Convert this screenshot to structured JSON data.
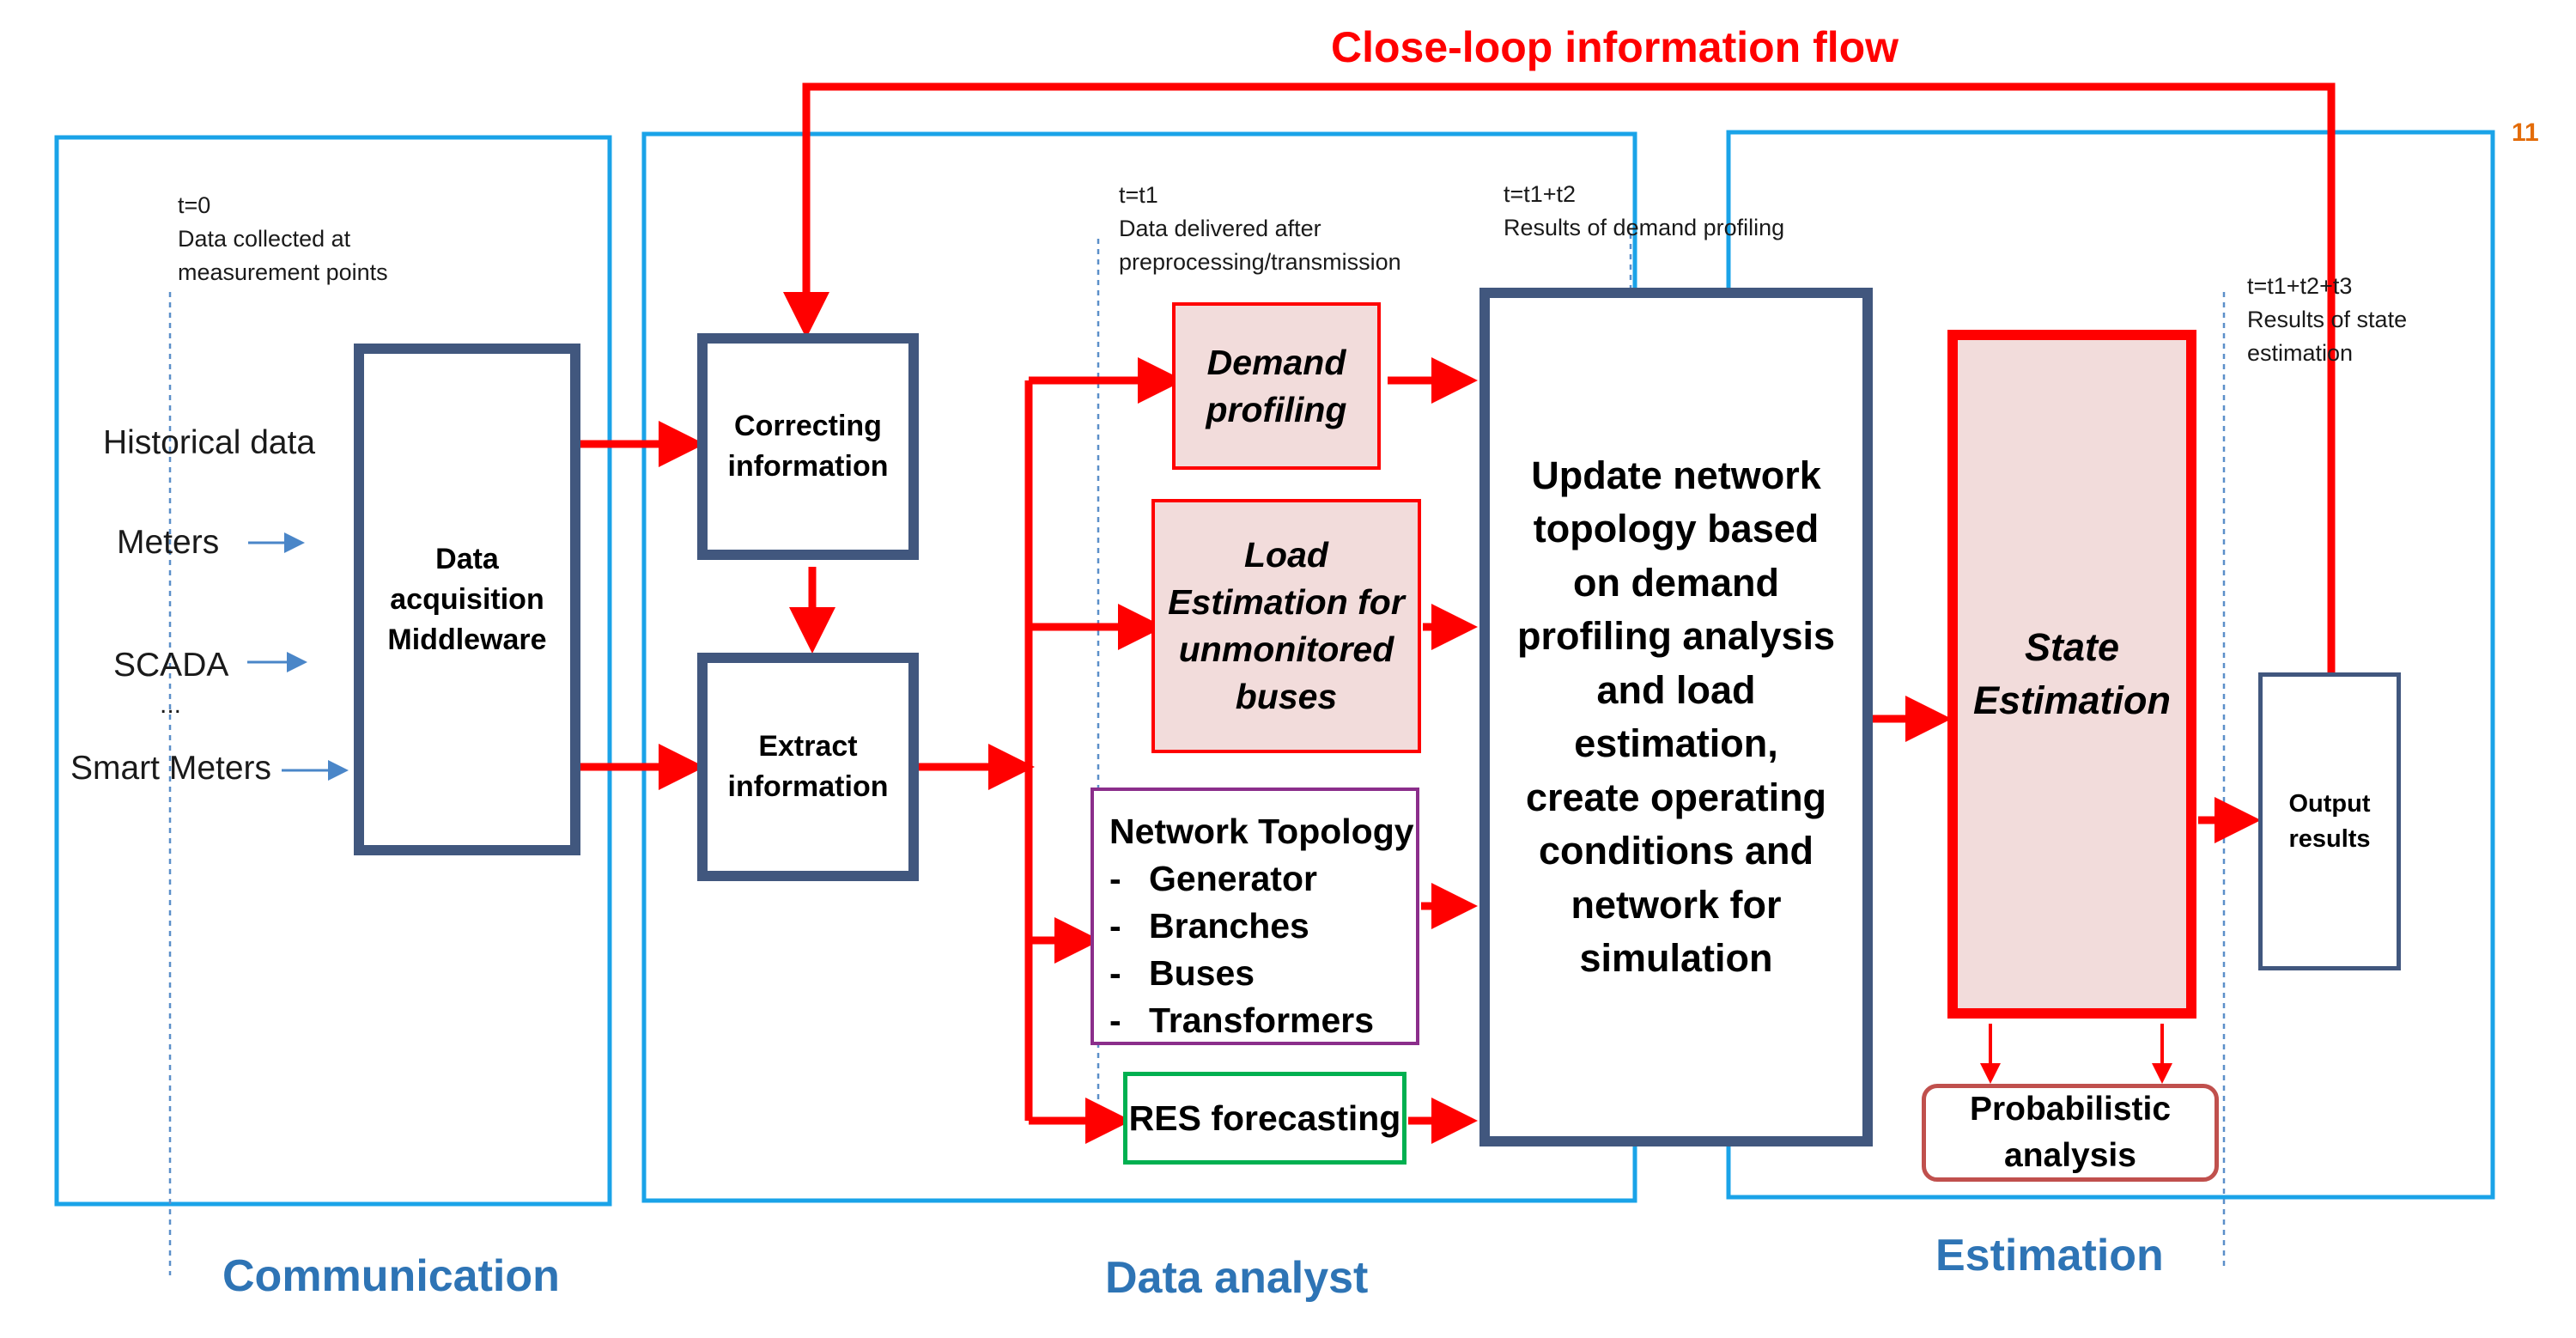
{
  "title": "Close-loop information flow",
  "page_number": "11",
  "sections": {
    "communication": "Communication",
    "data_analyst": "Data analyst",
    "estimation": "Estimation"
  },
  "timestamps": {
    "t0": {
      "time": "t=0",
      "line1": "Data collected at",
      "line2": "measurement points"
    },
    "t1": {
      "time": "t=t1",
      "line1": "Data delivered after",
      "line2": "preprocessing/transmission"
    },
    "t2": {
      "time": "t=t1+t2",
      "line1": "Results of demand profiling"
    },
    "t3": {
      "time": "t=t1+t2+t3",
      "line1": "Results of state",
      "line2": "estimation"
    }
  },
  "inputs": [
    "Historical data",
    "Meters",
    "SCADA",
    "...",
    "Smart Meters"
  ],
  "blocks": {
    "middleware": [
      "Data",
      "acquisition",
      "Middleware"
    ],
    "correcting": [
      "Correcting",
      "information"
    ],
    "extract": [
      "Extract",
      "information"
    ],
    "demand": [
      "Demand",
      "profiling"
    ],
    "load": [
      "Load",
      "Estimation for",
      "unmonitored",
      "buses"
    ],
    "topology_title": "Network Topology",
    "topology_items": [
      "Generator",
      "Branches",
      "Buses",
      "Transformers"
    ],
    "res": "RES forecasting",
    "update": [
      "Update network",
      "topology based",
      "on demand",
      "profiling analysis",
      "and load",
      "estimation,",
      "create operating",
      "conditions and",
      "network for",
      "simulation"
    ],
    "state": [
      "State",
      "Estimation"
    ],
    "probabilistic": [
      "Probabilistic",
      "analysis"
    ],
    "output": [
      "Output",
      "results"
    ]
  },
  "colors": {
    "section_frame": "#1aa3e8",
    "block_border": "#41577e",
    "flow_arrow": "#ff0000",
    "input_arrow": "#4a86c8",
    "highlight_fill": "#f2dcdb",
    "section_label": "#2e74b5",
    "topology_border": "#8b2e8b",
    "res_border": "#00b050",
    "probabilistic_border": "#c0504d",
    "page_number": "#e36c09"
  }
}
